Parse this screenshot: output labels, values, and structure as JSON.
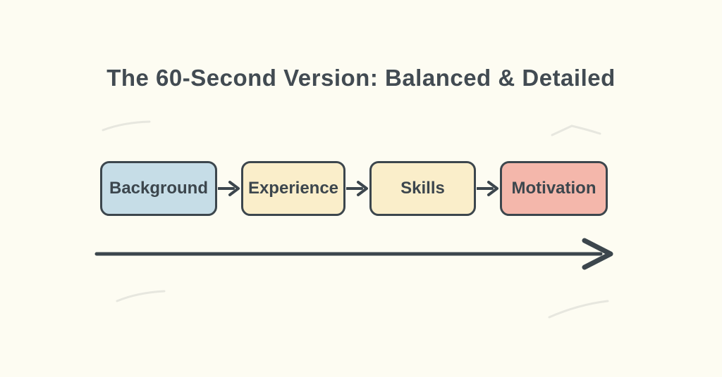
{
  "title": "The 60-Second Version: Balanced & Detailed",
  "flow": {
    "steps": [
      {
        "label": "Background",
        "fill": "#c6dde7"
      },
      {
        "label": "Experience",
        "fill": "#faeeca"
      },
      {
        "label": "Skills",
        "fill": "#faeeca"
      },
      {
        "label": "Motivation",
        "fill": "#f4b7ab"
      }
    ]
  },
  "colors": {
    "background": "#fdfcf2",
    "ink": "#3c464d",
    "step_blue": "#c6dde7",
    "step_yellow": "#faeeca",
    "step_salmon": "#f4b7ab",
    "decorative_stroke": "#e7e7df"
  }
}
